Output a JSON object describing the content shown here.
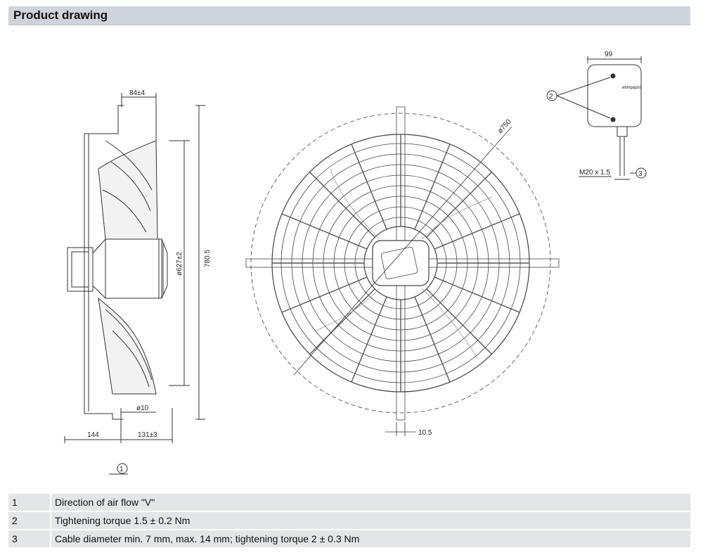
{
  "header": {
    "title": "Product drawing"
  },
  "drawing": {
    "side_view": {
      "dim_top": "84±4",
      "dim_height_outer": "780.5",
      "dim_diameter_inner": "ø627±2",
      "dim_bolt": "ø10",
      "dim_left": "144",
      "dim_right": "131±3"
    },
    "front_view": {
      "dim_diameter": "ø750",
      "dim_foot": "10.5"
    },
    "terminal_box": {
      "dim_width": "99",
      "callout_screws": "2",
      "callout_cable": "3",
      "thread_label": "M20 x 1.5",
      "logo_text": "ebmpapst"
    },
    "airflow_marker": "1"
  },
  "legend": [
    {
      "number": "1",
      "text": "Direction of air flow \"V\""
    },
    {
      "number": "2",
      "text": "Tightening torque 1.5 ± 0.2 Nm"
    },
    {
      "number": "3",
      "text": "Cable diameter min. 7 mm, max. 14 mm; tightening torque 2 ± 0.3 Nm"
    }
  ]
}
